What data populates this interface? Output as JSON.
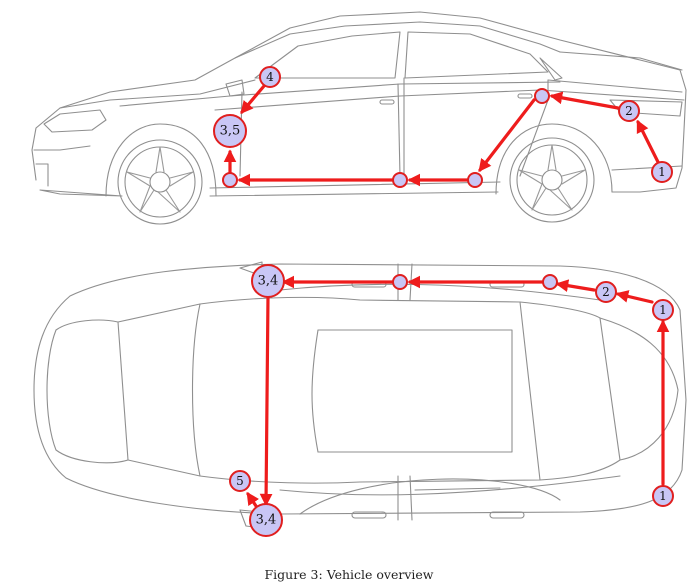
{
  "caption": "Figure 3: Vehicle overview",
  "colors": {
    "arrow": "#ee1c1c",
    "node_fill": "#c9c6f5",
    "node_stroke": "#e01f1f",
    "car_line": "#8f8f8f"
  },
  "side_view": {
    "nodes": [
      {
        "id": "s1",
        "label": "1"
      },
      {
        "id": "s2",
        "label": "2"
      },
      {
        "id": "s4",
        "label": "4"
      },
      {
        "id": "s35",
        "label": "3,5"
      },
      {
        "id": "sa",
        "label": ""
      },
      {
        "id": "sb",
        "label": ""
      },
      {
        "id": "sc",
        "label": ""
      },
      {
        "id": "sd",
        "label": ""
      }
    ]
  },
  "top_view": {
    "nodes": [
      {
        "id": "t1a",
        "label": "1"
      },
      {
        "id": "t1b",
        "label": "1"
      },
      {
        "id": "t2",
        "label": "2"
      },
      {
        "id": "t34a",
        "label": "3,4"
      },
      {
        "id": "t34b",
        "label": "3,4"
      },
      {
        "id": "t5",
        "label": "5"
      },
      {
        "id": "ta",
        "label": ""
      },
      {
        "id": "tb",
        "label": ""
      }
    ]
  }
}
